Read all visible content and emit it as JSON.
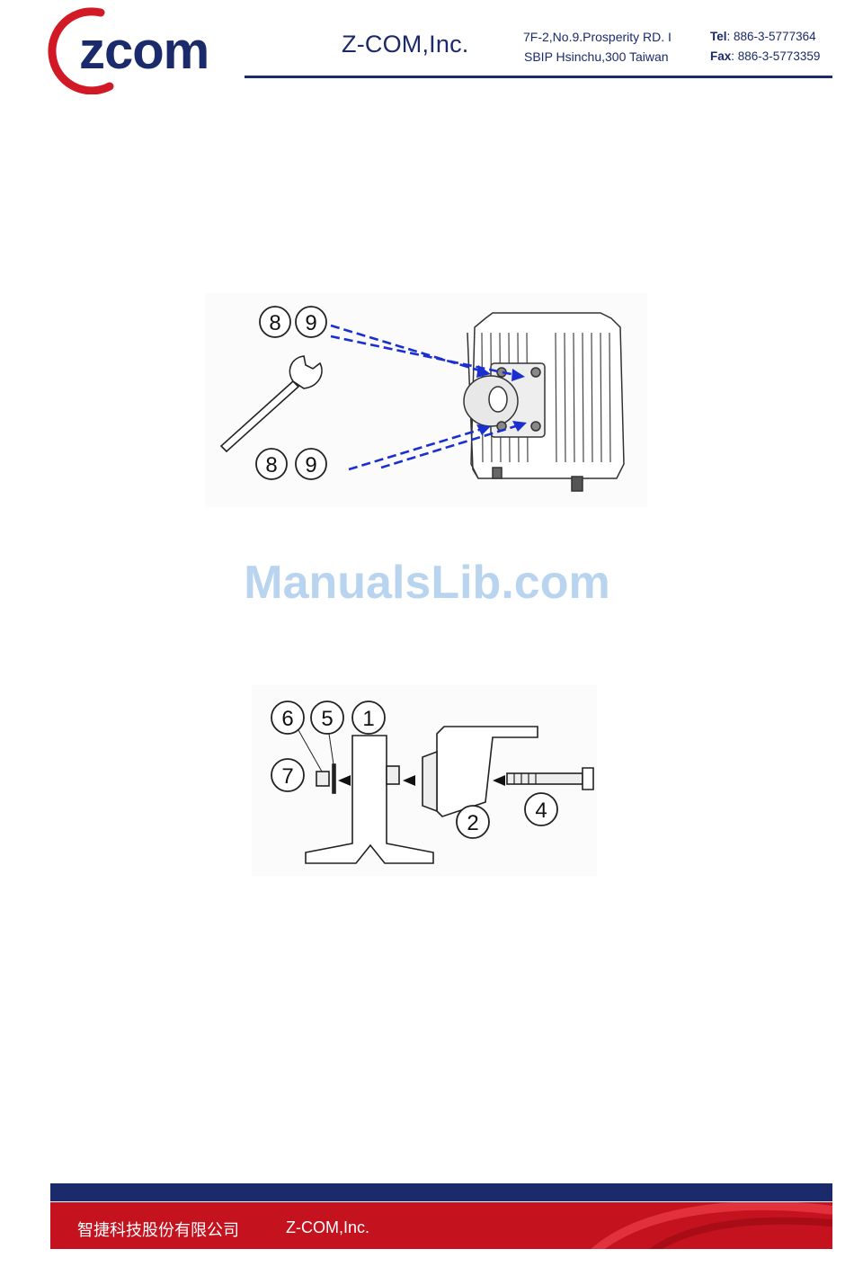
{
  "header": {
    "logo_text": "zcom",
    "company": "Z-COM,Inc.",
    "address_line1": "7F-2,No.9.Prosperity RD. I",
    "address_line2": "SBIP Hsinchu,300 Taiwan",
    "tel_label": "Tel",
    "tel_value": ": 886-3-5777364",
    "fax_label": "Fax",
    "fax_value": ": 886-3-5773359"
  },
  "figure1": {
    "callouts": [
      "8",
      "9",
      "8",
      "9"
    ]
  },
  "watermark": "ManualsLib.com",
  "figure2": {
    "callouts": [
      "6",
      "5",
      "1",
      "7",
      "2",
      "4"
    ]
  },
  "footer": {
    "chinese_name": "智捷科技股份有限公司",
    "english_name": "Z-COM,Inc."
  },
  "colors": {
    "navy": "#1b2a6b",
    "brand_red": "#c4121e",
    "arrow_blue": "#1a2fd0",
    "watermark": "#b9d4ef"
  }
}
